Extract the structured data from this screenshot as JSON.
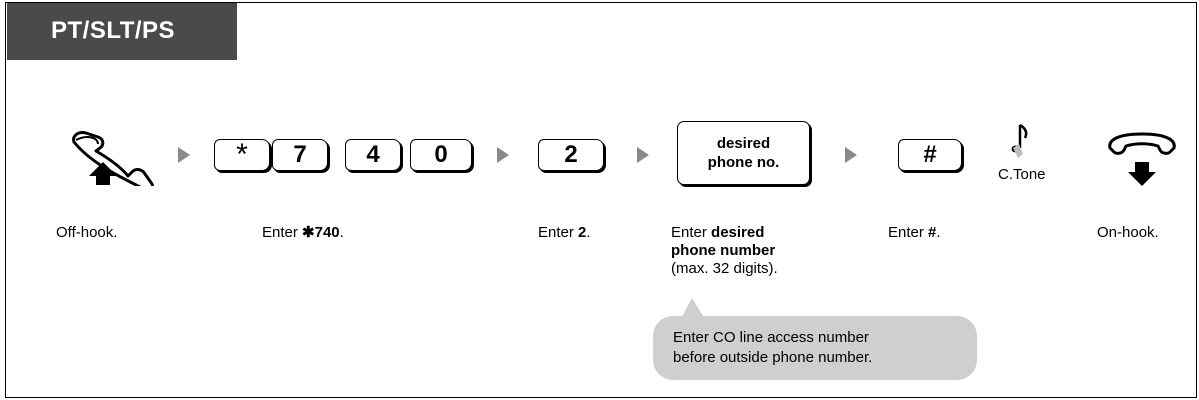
{
  "header": {
    "title": "PT/SLT/PS"
  },
  "steps": {
    "offhook": {
      "icon": "handset-lift-icon",
      "caption": "Off-hook."
    },
    "feature_code": {
      "keys": [
        "*",
        "7",
        "4",
        "0"
      ],
      "caption_pre": "Enter ",
      "caption_star": "✱",
      "caption_code": "740",
      "caption_post": "."
    },
    "digit_two": {
      "key": "2",
      "caption_pre": "Enter ",
      "caption_bold": "2",
      "caption_post": "."
    },
    "phone_no": {
      "key_line1": "desired",
      "key_line2": "phone no.",
      "caption_pre": "Enter ",
      "caption_bold1": "desired",
      "caption_bold2": "phone number",
      "caption_note": "(max. 32 digits)."
    },
    "hash": {
      "key": "#",
      "caption_pre": "Enter ",
      "caption_bold": "#",
      "caption_post": "."
    },
    "tone": {
      "icon": "music-note-icon",
      "label": "C.Tone"
    },
    "onhook": {
      "icon": "handset-down-icon",
      "caption": "On-hook."
    }
  },
  "note": {
    "line1": "Enter CO line access number",
    "line2": "before outside phone number."
  },
  "colors": {
    "tab": "#4a4a4a",
    "arrow": "#8a8a8a",
    "bubble": "#cfcfcf"
  }
}
